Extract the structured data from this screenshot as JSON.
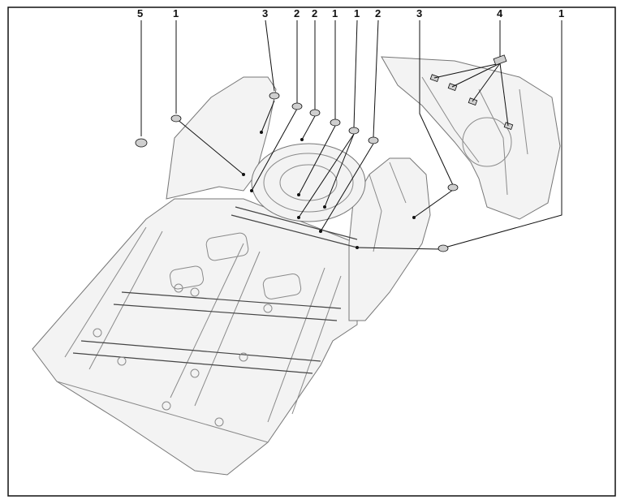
{
  "diagram": {
    "labels": [
      {
        "id": "l5",
        "text": "5"
      },
      {
        "id": "l1a",
        "text": "1"
      },
      {
        "id": "l3a",
        "text": "3"
      },
      {
        "id": "l2a",
        "text": "2"
      },
      {
        "id": "l2b",
        "text": "2"
      },
      {
        "id": "l1b",
        "text": "1"
      },
      {
        "id": "l1c",
        "text": "1"
      },
      {
        "id": "l2c",
        "text": "2"
      },
      {
        "id": "l3b",
        "text": "3"
      },
      {
        "id": "l4",
        "text": "4"
      },
      {
        "id": "l1d",
        "text": "1"
      }
    ]
  }
}
